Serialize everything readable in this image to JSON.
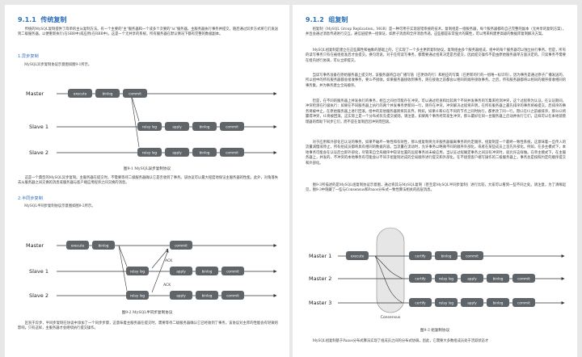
{
  "left": {
    "section": {
      "number": "9.1.1",
      "title": "传统复制"
    },
    "intro": "传统的MySQL复制提供了简单的主从复制方法。有一个主要的\"主\"服务器和一个或多个次要的\"从\"服务器。主服务器执行事务并提交，随后通过异步方式将它们发送到二级服务器，以便重新执行(在SBR中)或应用(在RBR中)。这是一个无共享的系统，所有服务器在默认情况下都有完整的数据副本。",
    "async": {
      "heading": "1.异步复制",
      "intro": "MySQL异步复制协议示意图如图9-1所示。",
      "caption": "图9-1    MySQL异步复制协议",
      "after": "这是一个典型的MySQL异步复制。主服务器在提交时，不需要等待二级服务器确认它是否收到了事务。该协议可以最大程度地保证主服务器的性能。此外，对角落失去从服务器之间交换的消息或服务器与客户端应用程序之间交换的消息。"
    },
    "semisync": {
      "heading": "2.半同步复制",
      "intro": "MySQL半同步复制协议示意图如图9-2所示。",
      "caption": "图9-2    MySQL半同步复制协议",
      "after": "区别于异步，半同步复制在协议中添加了一个同步步骤，这意味着主服务器在提交时，需要等待二级服务器确认它已经收到了事务。该协议对主库的性能会有轻微的影响。只有这样，主服务器才会继续执行提交操作。"
    },
    "diagram": {
      "master": "Master",
      "slave1": "Slave 1",
      "slave2": "Slave 2",
      "execute": "execute",
      "binlog": "binlog",
      "commit": "commit",
      "relay_log": "relay log",
      "apply": "apply",
      "ack": "ACK"
    }
  },
  "right": {
    "section": {
      "number": "9.1.2",
      "title": "组复制"
    },
    "paragraphs": [
      "组复制（MySQL Group Replication，MGR）是一种可用于实现容错系统的技术。复制组是一组服务器，每个服务器都有自己完整的副本（无共享的复制方案），并且会通过消息传递进行交互。通信层提供一组保证，如原子消息和全序消息传递。这些都是非常强大的属性，可以用来构建更高级的数据库复制解决方案。",
      "MySQL组复制是建立在这些属性和抽象的基础上的，它实现了一个多主更新复制协议。复制组由多个服务器组成，组中的每个服务器可以独立执行事务。但是，所有的读写事务只有在被组批准后才会提交。换句话说，对于任何读写事务，都需要通过组来决定是否提交，因此提交操作不是由原始服务器单方面决定的。只读事务不需要在组内进行协调，可以立即提交。",
      "当读写事务准备在原始服务器上提交时，该服务器将自动广播写值（已更改的行）和相应的写集（已更新的行的一组唯一标识符）。因为事务是通过原子广播发送的，所以组中的所有服务器都会接收事务，要么不接收。如果服务器接收到事务，则在接收之前都会以相同的顺序接收事务。之后，所有服务器都将以相同的顺序接收相同的事务集，并为事务建立全局顺序。",
      "但是，在不同的服务器上并发执行的事务，相互之间也可能存在冲突。可以通过检查和比较两个不同并发事务的写集来检测冲突，这个过程称为认证。在认证期间，冲突检测在行级执行：如果在不同服务器上执行的两个并发事务更新同一行，则存在冲突。冲突解决过程将声明，在所有服务器上最先排序的事务将被提交，后排序的事务将被中止，在原始服务器上进行回滚，组中的其他服务器则将其丢弃。例如，如果t1和t2在不同的节点上同时执行，都更改了同一行，而t2在t1之前被排序，那么t2将赢得冲突，t1将被回滚。这实际上是一个分布式优先提交规则。请注意，如果两个事务经常发生冲突，那么最好在同一台服务器上启动并执行它们，这样可以在本地锁管理器的帮助下同步它们，而不是在复制后因冲突而回滚。",
      "对于应用和外部化已认证的事务，如果不破坏一致性和有效性，那么组复制将允许服务器偏离事务的约定顺序。组复制是一个最终一致性系统，这意味着一旦传入的流量减慢或停止，所有组成员都将具有相同的数据内容。当流量在流动时，允许事务以略微不同的顺序外部化，或者在某些成员上首先外部化。例如，在多主模式下，本地事务可能会在认证后立即外部化，尽管来自全局顺序中较早位置的远程事务尚未被应用。当认证过程确定事务之间没有冲突时，就允许这样做。在单主模式下，在主服务器上，并发的、不冲突的本地事务有可能会以不同于组复制达成的全局顺序进行提交和外部化。在不接受客户端写操作的二级服务器上，事务总是按照约定的顺序提交和外部化。",
      "图9-3所描述的是MySQL组复制协议示意图，通过将其与MySQL复制（甚至是MySQL半同步复制）进行比较，大家可以看到一些不同之处。请注意，为了清晰起见，图9-3中隐藏了一些与Consensus和Paxos分布式一致性算法相关的底层消息。"
    ],
    "caption": "图9-3    组复制协议",
    "footer": "MySQL组复制基于Paxos分布式算法实现了组成员之间的分布式协调，因此，它需要大多数组成员处于活跃状态才",
    "diagram": {
      "master1": "Master 1",
      "master2": "Master 2",
      "master3": "Master 3",
      "execute": "execute",
      "certify": "certify",
      "binlog": "binlog",
      "commit": "commit",
      "relay_log": "relay log",
      "apply": "apply",
      "consensus": "Consensus"
    }
  },
  "colors": {
    "heading": "#2c6fb8",
    "box": "#5f6468",
    "line": "#333333"
  }
}
